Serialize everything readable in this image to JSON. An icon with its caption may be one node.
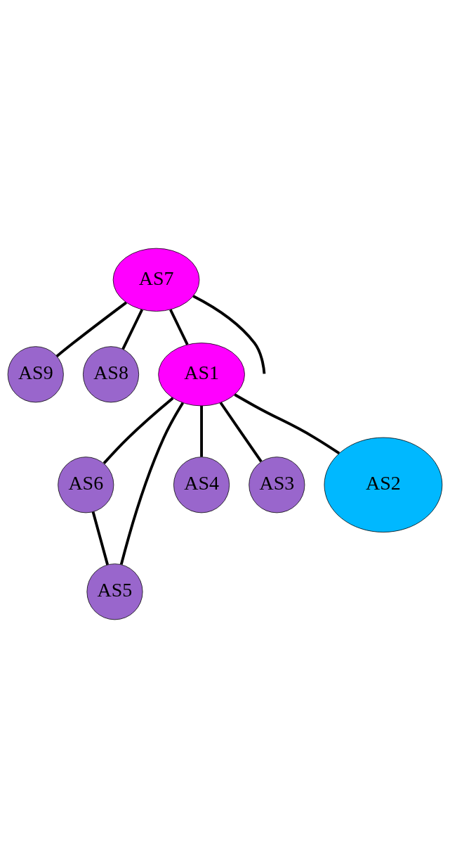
{
  "diagram": {
    "nodes": [
      {
        "text": [
          "AS7"
        ]
      },
      {
        "text": [
          "AS9"
        ]
      },
      {
        "text": [
          "AS8"
        ]
      },
      {
        "text": [
          "AS1"
        ]
      },
      {
        "text": [
          "AS6"
        ]
      },
      {
        "text": [
          "AS5"
        ]
      },
      {
        "text": [
          "AS4"
        ]
      },
      {
        "text": [
          "AS3"
        ]
      },
      {
        "text": [
          "AS2"
        ]
      }
    ],
    "edges": [
      {
        "from": 0,
        "to": 1,
        "arrow": "none"
      },
      {
        "from": 0,
        "to": 2,
        "arrow": "none"
      },
      {
        "from": 0,
        "to": 3,
        "arrow": "none"
      },
      {
        "from": 0,
        "to": null,
        "arrow": "none"
      },
      {
        "from": 3,
        "to": 4,
        "arrow": "none"
      },
      {
        "from": 3,
        "to": 5,
        "arrow": "none"
      },
      {
        "from": 4,
        "to": 5,
        "arrow": "none"
      },
      {
        "from": 3,
        "to": 6,
        "arrow": "none"
      },
      {
        "from": 3,
        "to": 7,
        "arrow": "none"
      },
      {
        "from": 3,
        "to": 8,
        "arrow": "none"
      }
    ]
  }
}
